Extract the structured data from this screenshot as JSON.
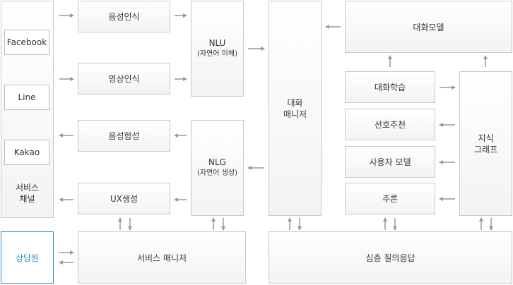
{
  "channels": {
    "facebook": "Facebook",
    "line": "Line",
    "kakao": "Kakao",
    "label_line1": "서비스",
    "label_line2": "채널"
  },
  "agent": "상담원",
  "modules": {
    "speech_recognition": "음성인식",
    "image_recognition": "영상인식",
    "speech_synthesis": "음성합성",
    "ux_generation": "UX생성"
  },
  "nlu": {
    "title": "NLU",
    "subtitle": "(자연어 이해)"
  },
  "nlg": {
    "title": "NLG",
    "subtitle": "(자연어 생성)"
  },
  "dialog_manager": {
    "line1": "대화",
    "line2": "매니저"
  },
  "service_manager": "서비스 매니저",
  "dialog_model": "대화모델",
  "dialog_learning": "대화학습",
  "preference_recommendation": "선호추천",
  "user_model": "사용자 모델",
  "inference": "추론",
  "knowledge_graph": {
    "line1": "지식",
    "line2": "그래프"
  },
  "deep_qa": "심층 질의응답",
  "colors": {
    "accent": "#2b8fd6",
    "border": "#c9c9c9",
    "arrow": "#999999"
  }
}
